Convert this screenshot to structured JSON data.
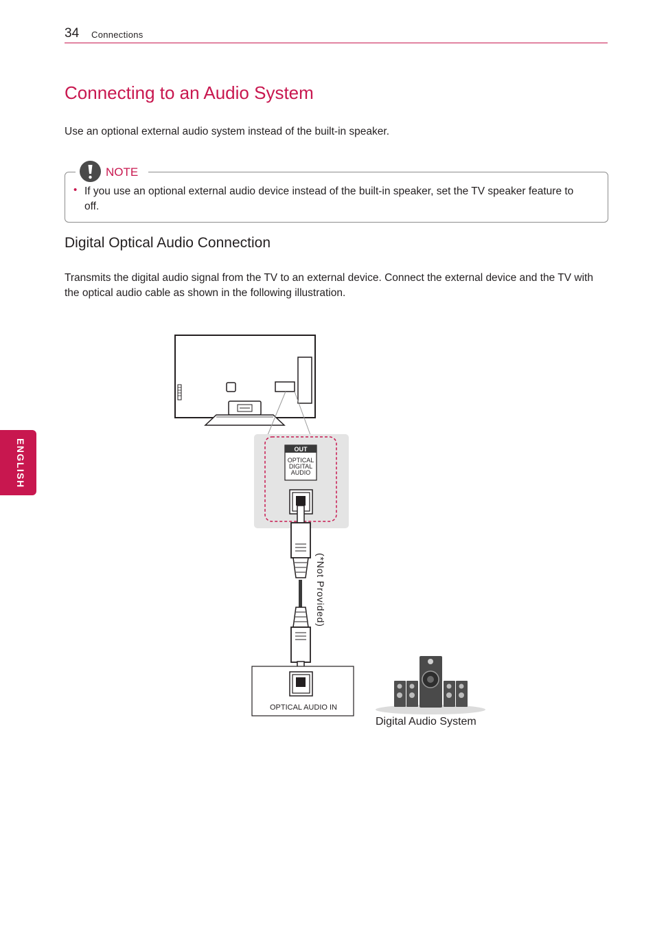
{
  "header": {
    "page_number": "34",
    "section": "Connections"
  },
  "side_tab": {
    "label": "ENGLISH"
  },
  "title": "Connecting to an Audio System",
  "intro": "Use an optional external audio system instead of the built-in speaker.",
  "note": {
    "label": "NOTE",
    "items": [
      "If you use an optional external audio device instead of the built-in speaker, set the TV speaker feature to off."
    ]
  },
  "subtitle": "Digital Optical Audio Connection",
  "body": "Transmits the digital audio signal from the TV to an external device. Connect the external device and the TV with the optical audio cable as shown in the following illustration.",
  "diagram": {
    "port_out_label": "OUT",
    "port_label_lines": [
      "OPTICAL",
      "DIGITAL",
      "AUDIO"
    ],
    "cable_note": "(*Not Provided)",
    "input_label": "OPTICAL AUDIO IN",
    "device_caption": "Digital Audio System"
  },
  "colors": {
    "accent": "#c8174f"
  }
}
